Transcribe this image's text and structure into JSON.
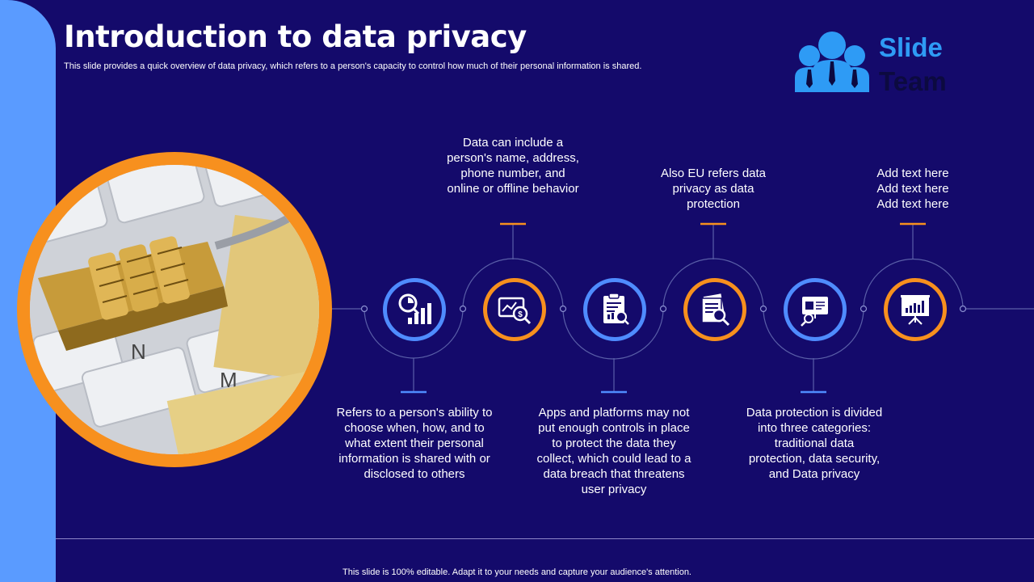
{
  "header": {
    "title": "Introduction to data privacy",
    "subtitle": "This slide provides a quick overview of data privacy, which refers to a person's capacity to control how much of their personal information is shared."
  },
  "logo": {
    "line1": "Slide",
    "line2": "Team"
  },
  "steps": [
    {
      "icon": "analytics-search-icon",
      "text": "Refers to a person's ability to choose when, how, and to what extent their personal information is shared with or disclosed to others",
      "position": "below",
      "ring": "blue"
    },
    {
      "icon": "finance-search-icon",
      "text": "Data can include a person's name, address, phone number, and online or offline behavior",
      "position": "above",
      "ring": "orange"
    },
    {
      "icon": "report-clipboard-icon",
      "text": "Apps and platforms may not put enough controls in place to protect the data they collect, which could lead to a data breach that threatens user privacy",
      "position": "below",
      "ring": "blue"
    },
    {
      "icon": "document-search-icon",
      "text": "Also EU refers data privacy as data protection",
      "position": "above",
      "ring": "orange"
    },
    {
      "icon": "presentation-search-icon",
      "text": "Data protection is divided into three categories: traditional data protection, data security, and Data privacy",
      "position": "below",
      "ring": "blue"
    },
    {
      "icon": "presentation-chart-icon",
      "text": "Add text here Add text here Add text here",
      "position": "above",
      "ring": "orange"
    }
  ],
  "footer": {
    "text": "This slide is 100% editable. Adapt it to your needs and capture your audience's attention."
  },
  "colors": {
    "background": "#140a6b",
    "accent_blue": "#4f8cff",
    "accent_orange": "#f7901e",
    "side_bar": "#5a9bff"
  }
}
